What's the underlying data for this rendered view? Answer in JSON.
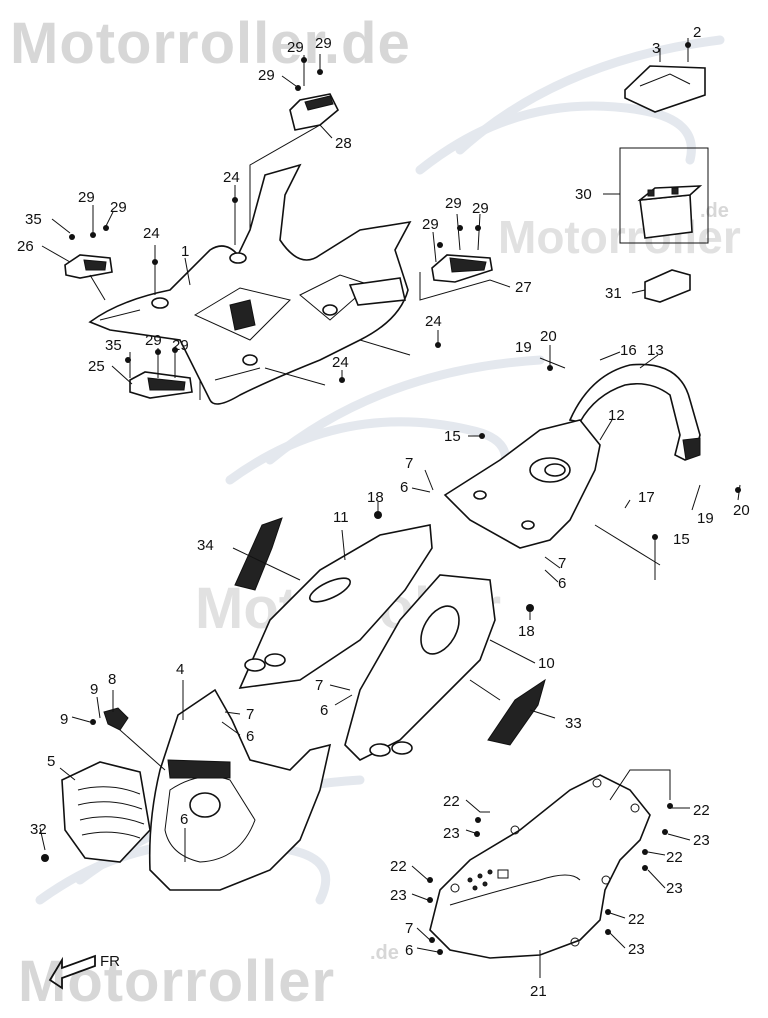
{
  "watermark": {
    "brand": "Motorroller.de",
    "brand_mid": "Motorroller",
    "brand_tld": ".de"
  },
  "direction_label": "FR",
  "callouts": [
    "2",
    "3",
    "30",
    "31",
    "29",
    "28",
    "24",
    "1",
    "35",
    "26",
    "25",
    "27",
    "19",
    "20",
    "16",
    "13",
    "12",
    "15",
    "17",
    "7",
    "6",
    "18",
    "11",
    "34",
    "10",
    "33",
    "4",
    "8",
    "9",
    "5",
    "32",
    "22",
    "23",
    "21"
  ],
  "colors": {
    "line": "#111111",
    "watermark": "#d7d7d7",
    "ghost": "#e4e8ee"
  },
  "icons": [
    "direction-arrow-icon"
  ]
}
